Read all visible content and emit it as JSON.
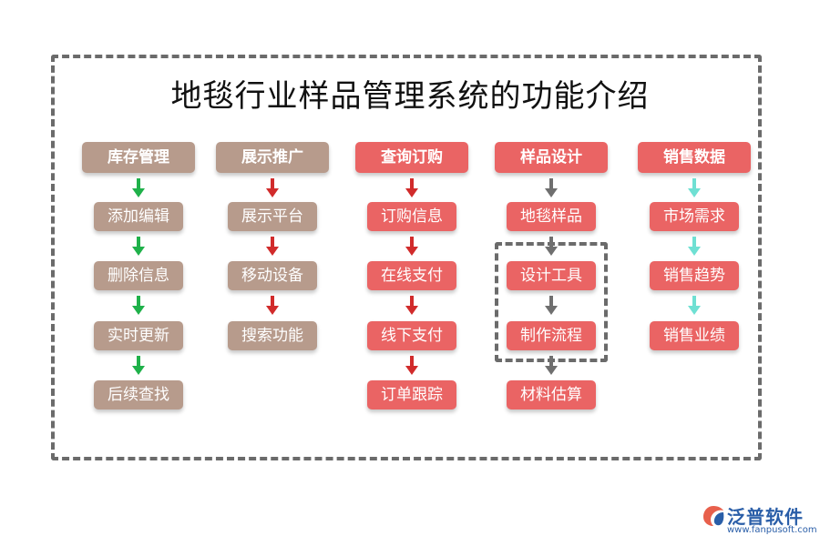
{
  "title": "地毯行业样品管理系统的功能介绍",
  "columns": [
    {
      "header": "库存管理",
      "items": [
        "添加编辑",
        "删除信息",
        "实时更新",
        "后续查找"
      ]
    },
    {
      "header": "展示推广",
      "items": [
        "展示平台",
        "移动设备",
        "搜索功能"
      ]
    },
    {
      "header": "查询订购",
      "items": [
        "订购信息",
        "在线支付",
        "线下支付",
        "订单跟踪"
      ]
    },
    {
      "header": "样品设计",
      "items": [
        "地毯样品",
        "设计工具",
        "制作流程",
        "材料估算"
      ]
    },
    {
      "header": "销售数据",
      "items": [
        "市场需求",
        "销售趋势",
        "销售业绩"
      ]
    }
  ],
  "colors": {
    "tan": "#b79b8c",
    "coral": "#ea6464",
    "arrow_green": "#1fb14a",
    "arrow_red": "#d12b2b",
    "arrow_gray": "#6f6f6f",
    "arrow_teal": "#6fe0d3",
    "frame": "#6b6b6b",
    "logo": "#2a5ea8"
  },
  "logo": {
    "icon": "fanpu-logo-icon",
    "name": "泛普软件",
    "url": "www.fanpusoft.com"
  }
}
